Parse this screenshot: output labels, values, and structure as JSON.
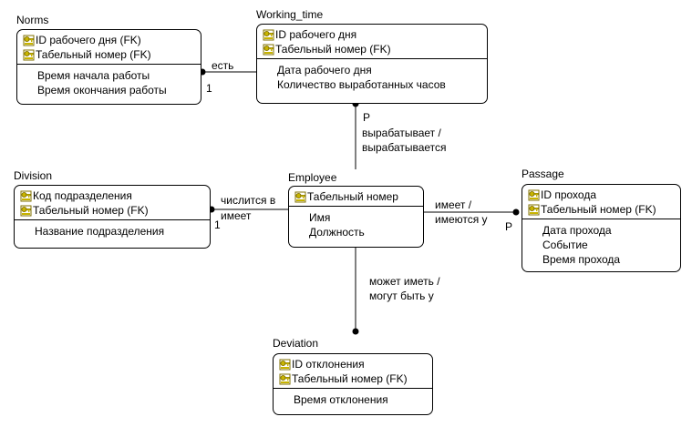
{
  "entities": {
    "norms": {
      "title": "Norms",
      "keys": [
        "ID рабочего дня (FK)",
        "Табельный номер (FK)"
      ],
      "attrs": [
        "Время начала работы",
        "Время окончания работы"
      ]
    },
    "working_time": {
      "title": "Working_time",
      "keys": [
        "ID рабочего дня",
        "Табельный номер (FK)"
      ],
      "attrs": [
        "Дата рабочего дня",
        "Количество выработанных часов"
      ]
    },
    "division": {
      "title": "Division",
      "keys": [
        "Код подразделения",
        "Табельный номер (FK)"
      ],
      "attrs": [
        "Название подразделения"
      ]
    },
    "employee": {
      "title": "Employee",
      "keys": [
        "Табельный номер"
      ],
      "attrs": [
        "Имя",
        "Должность"
      ]
    },
    "passage": {
      "title": "Passage",
      "keys": [
        "ID прохода",
        "Табельный номер (FK)"
      ],
      "attrs": [
        "Дата прохода",
        "Событие",
        "Время прохода"
      ]
    },
    "deviation": {
      "title": "Deviation",
      "keys": [
        "ID отклонения",
        "Табельный номер (FK)"
      ],
      "attrs": [
        "Время отклонения"
      ]
    }
  },
  "relationships": {
    "norms_working_time": {
      "verb": "есть",
      "cardinality": "1"
    },
    "employee_working_time": {
      "verb_line1": "вырабатывает /",
      "verb_line2": "вырабатывается",
      "cardinality": "P"
    },
    "division_employee": {
      "verb_line1": "числится в",
      "verb_line2": "имеет",
      "cardinality": "1"
    },
    "employee_passage": {
      "verb_line1": "имеет /",
      "verb_line2": "имеются у",
      "cardinality": "P"
    },
    "employee_deviation": {
      "verb_line1": "может иметь /",
      "verb_line2": "могут быть у"
    }
  },
  "colors": {
    "line": "#000000",
    "key_icon_fill": "#c8b400",
    "key_icon_shadow": "#807000",
    "background": "#ffffff"
  },
  "icons": {
    "key": "key-icon"
  }
}
